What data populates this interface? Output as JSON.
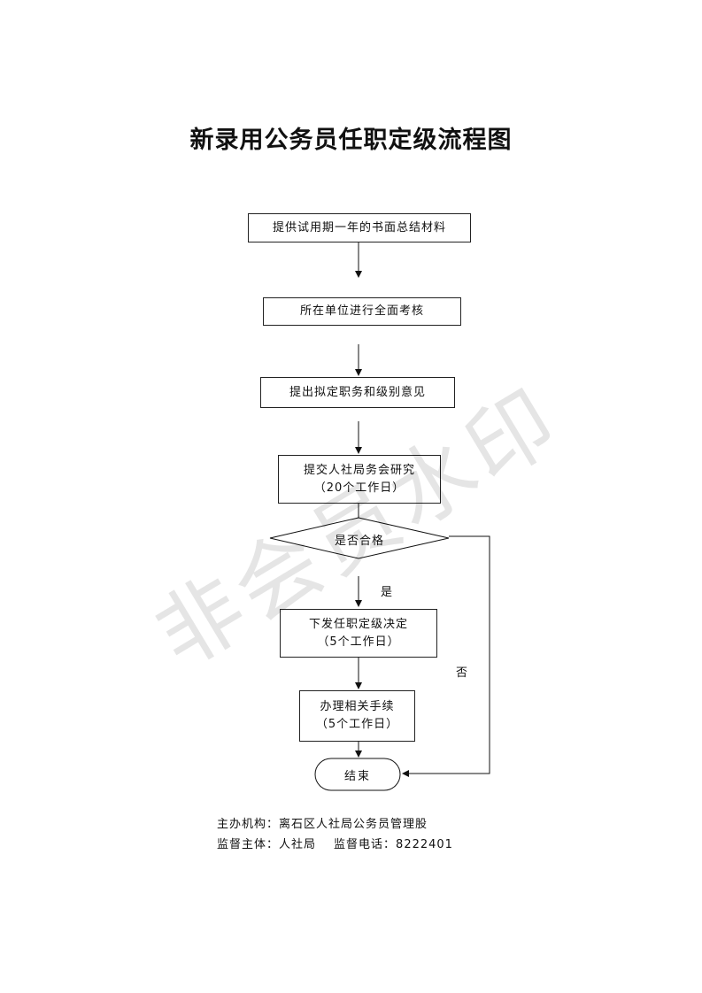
{
  "title": "新录用公务员任职定级流程图",
  "watermark": "非会员水印",
  "steps": [
    {
      "lines": [
        "提供试用期一年的书面总结材料"
      ]
    },
    {
      "lines": [
        "所在单位进行全面考核"
      ]
    },
    {
      "lines": [
        "提出拟定职务和级别意见"
      ]
    },
    {
      "lines": [
        "提交人社局务会研究",
        "（20个工作日）"
      ]
    },
    {
      "lines": [
        "下发任职定级决定",
        "（5个工作日）"
      ]
    },
    {
      "lines": [
        "办理相关手续",
        "（5个工作日）"
      ]
    }
  ],
  "decision": "是否合格",
  "yes_label": "是",
  "no_label": "否",
  "end_label": "结束",
  "footer": {
    "organizer_label": "主办机构：",
    "organizer": "离石区人社局公务员管理股",
    "supervisor_label": "监督主体：",
    "supervisor": "人社局",
    "phone_label": "监督电话：",
    "phone": "8222401"
  }
}
